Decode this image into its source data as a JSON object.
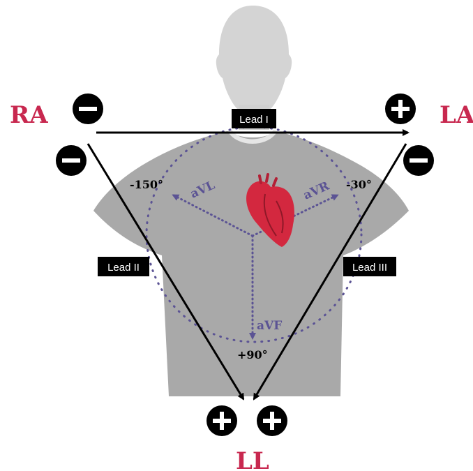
{
  "colors": {
    "limb_label": "#c8284f",
    "axis": "#5b5394",
    "silhouette_head": "#d4d4d4",
    "shirt": "#a9a9a9",
    "heart": "#d3283f",
    "terminal": "#000000",
    "label_box": "#000000"
  },
  "limbs": {
    "right_arm": "RA",
    "left_arm": "LA",
    "left_leg": "LL"
  },
  "leads": {
    "lead1": "Lead I",
    "lead2": "Lead II",
    "lead3": "Lead III"
  },
  "augmented": {
    "avl": "aVL",
    "avr": "aVR",
    "avf": "aVF"
  },
  "angles": {
    "left": "-150°",
    "right": "-30°",
    "bottom": "+90°"
  },
  "terminals": {
    "negative": "−",
    "positive": "+"
  },
  "icons": [
    "person-silhouette",
    "heart-icon",
    "minus-circle-icon",
    "plus-circle-icon"
  ]
}
